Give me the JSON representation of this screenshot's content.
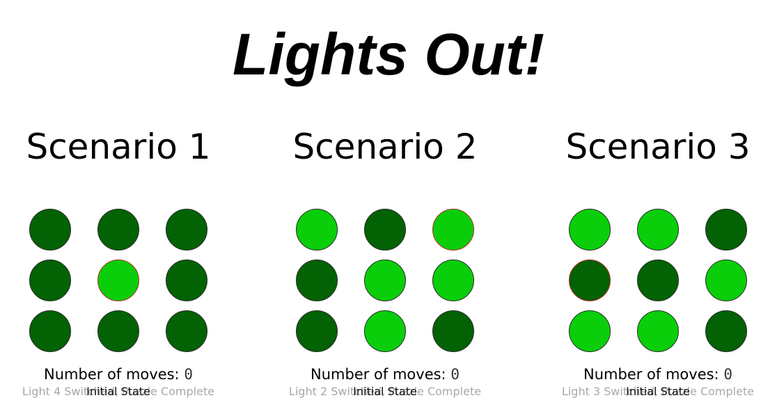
{
  "title": "Lights Out!",
  "colors": {
    "on": "#0ace0a",
    "off": "#036203",
    "selected_outline": "#b22a2a"
  },
  "scenarios": [
    {
      "title": "Scenario 1",
      "lights": [
        "off",
        "off",
        "off",
        "off",
        "on",
        "off",
        "off",
        "off",
        "off"
      ],
      "selected_index": 4,
      "moves_label": "Number of moves:",
      "moves_value": "0",
      "status_ghost": "Light 4 Switched, Puzzle Complete",
      "state": "Initial State"
    },
    {
      "title": "Scenario 2",
      "lights": [
        "on",
        "off",
        "on",
        "off",
        "on",
        "on",
        "off",
        "on",
        "off"
      ],
      "selected_index": 2,
      "moves_label": "Number of moves:",
      "moves_value": "0",
      "status_ghost": "Light 2 Switched, Puzzle Complete",
      "state": "Initial State"
    },
    {
      "title": "Scenario 3",
      "lights": [
        "on",
        "on",
        "off",
        "off",
        "off",
        "on",
        "on",
        "on",
        "off"
      ],
      "selected_index": 3,
      "moves_label": "Number of moves:",
      "moves_value": "0",
      "status_ghost": "Light 3 Switched, Puzzle Complete",
      "state": "Initial State"
    }
  ]
}
